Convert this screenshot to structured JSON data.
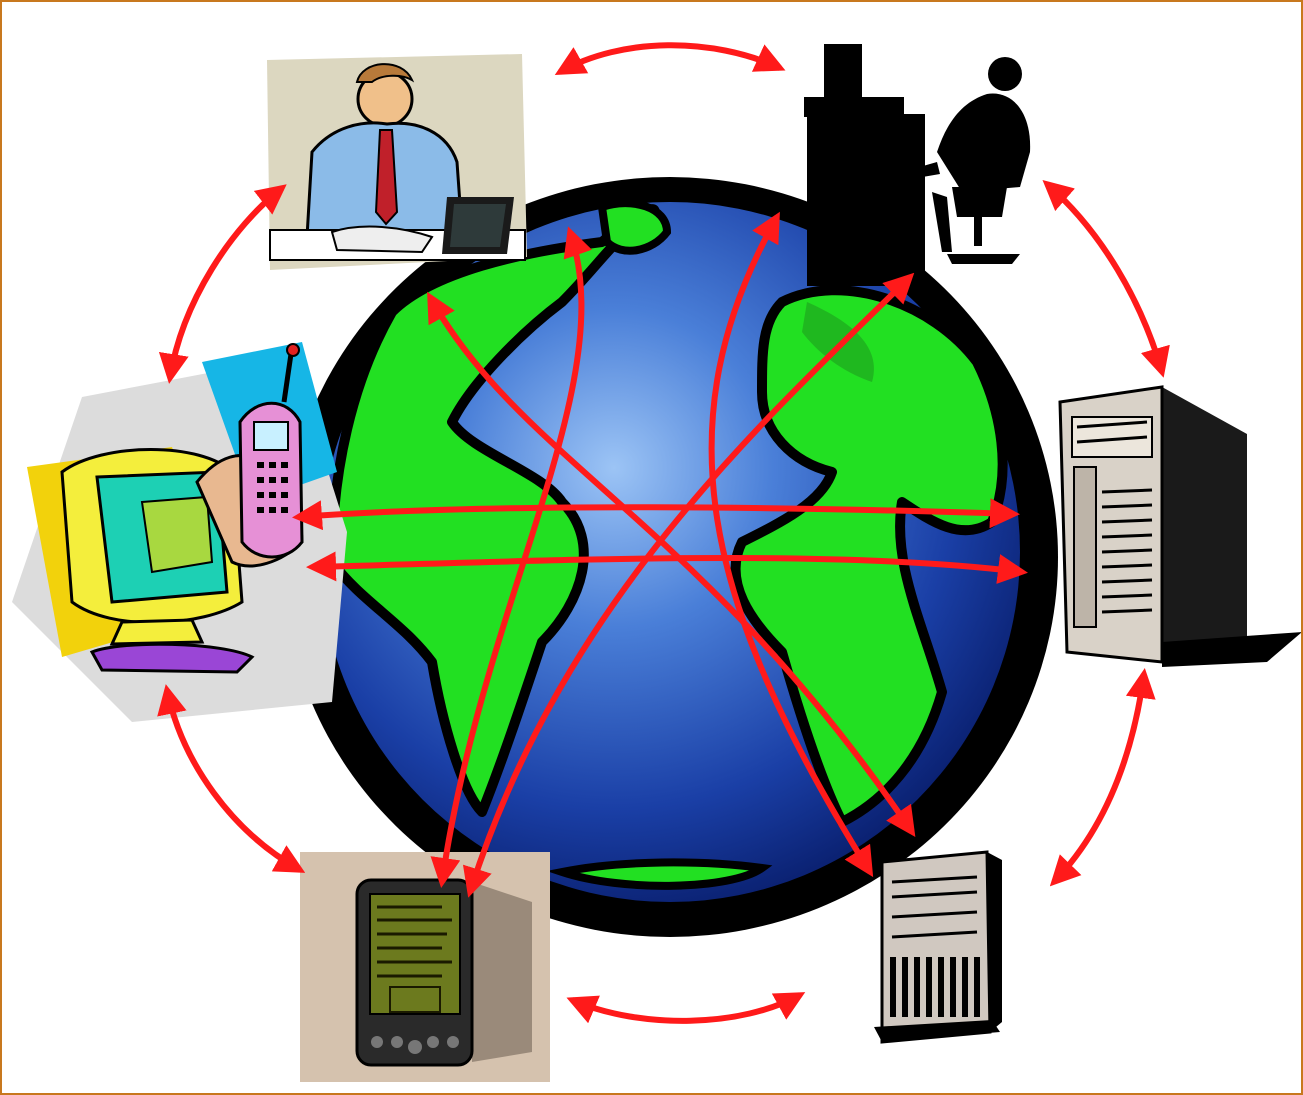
{
  "diagram": {
    "colors": {
      "border": "#c8781e",
      "ocean_dark": "#0a2a8a",
      "ocean_light": "#6a9ae6",
      "land": "#22e022",
      "outline": "#000000",
      "arrow": "#ff1a1a"
    },
    "nodes": [
      {
        "id": "office-worker",
        "icon": "person-at-laptop-icon"
      },
      {
        "id": "desk-worker",
        "icon": "person-at-desk-silhouette-icon"
      },
      {
        "id": "tower-server",
        "icon": "tower-server-icon"
      },
      {
        "id": "small-server",
        "icon": "small-server-icon"
      },
      {
        "id": "pda",
        "icon": "pda-handheld-icon"
      },
      {
        "id": "mobile-phone",
        "icon": "mobile-phone-and-monitor-icon"
      }
    ],
    "connections": [
      [
        "office-worker",
        "desk-worker"
      ],
      [
        "desk-worker",
        "tower-server"
      ],
      [
        "tower-server",
        "small-server"
      ],
      [
        "small-server",
        "pda"
      ],
      [
        "pda",
        "mobile-phone"
      ],
      [
        "mobile-phone",
        "office-worker"
      ],
      [
        "office-worker",
        "small-server"
      ],
      [
        "desk-worker",
        "pda"
      ],
      [
        "mobile-phone",
        "tower-server"
      ],
      [
        "pda",
        "office-worker"
      ],
      [
        "small-server",
        "desk-worker"
      ],
      [
        "tower-server",
        "mobile-phone"
      ]
    ]
  }
}
